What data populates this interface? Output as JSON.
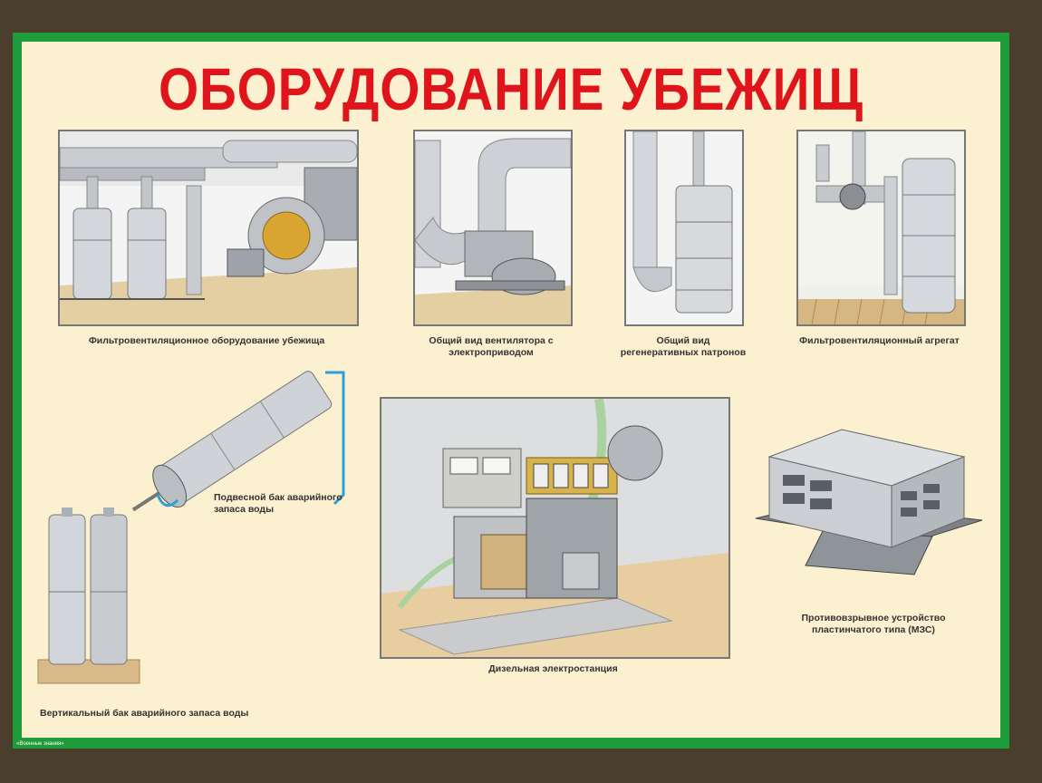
{
  "title": "ОБОРУДОВАНИЕ УБЕЖИЩ",
  "captions": {
    "filter_equipment": "Фильтровентиляционное оборудование убежища",
    "fan_general_view": "Общий вид вентилятора с электроприводом",
    "regen_cartridges": "Общий вид регенеративных патронов",
    "filter_unit": "Фильтровентиляционный агрегат",
    "hanging_tank": "Подвесной бак аварийного запаса воды",
    "diesel_station": "Дизельная электростанция",
    "blast_device": "Противовзрывное устройство пластинчатого типа (МЗС)",
    "vertical_tank": "Вертикальный бак аварийного запаса воды"
  },
  "publisher": "«Военные знания»",
  "colors": {
    "frame_green": "#1f9b3a",
    "title_red": "#e0141b",
    "paper": "#fbf0cf"
  }
}
